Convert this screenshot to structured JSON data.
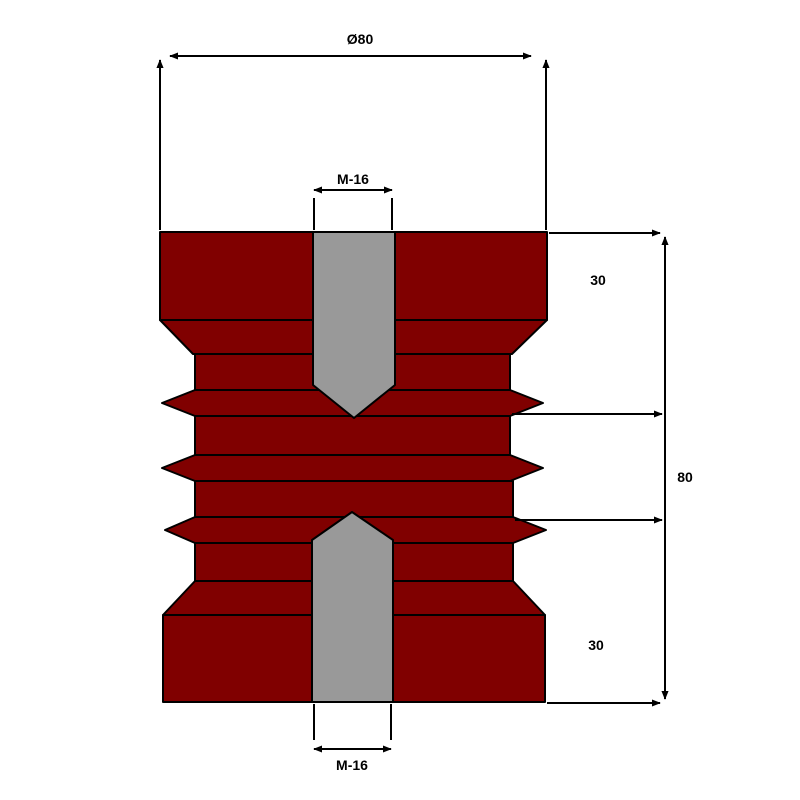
{
  "colors": {
    "insulator": "#800000",
    "insert": "#999999",
    "outline": "#000000",
    "background": "#ffffff"
  },
  "dimensions": {
    "diameter": "Ø80",
    "thread_top": "M-16",
    "thread_bottom": "M-16",
    "height_total": "80",
    "height_top_section": "30",
    "height_bottom_section": "30"
  }
}
